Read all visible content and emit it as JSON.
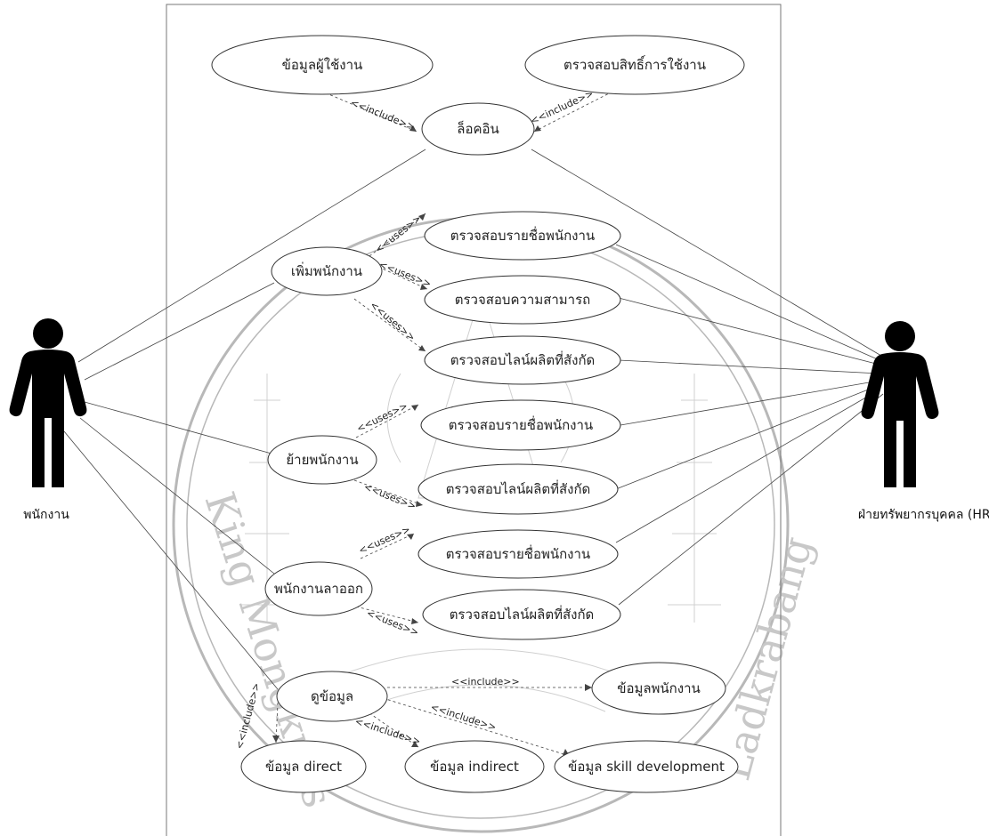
{
  "diagram": {
    "type": "use-case",
    "actors": {
      "employee": "พนักงาน",
      "hr": "ฝ่ายทรัพยากรบุคคล (HR)"
    },
    "use_cases": {
      "user_info": "ข้อมูลผู้ใช้งาน",
      "check_permission": "ตรวจสอบสิทธิ์การใช้งาน",
      "login": "ล็อคอิน",
      "add_employee": "เพิ่มพนักงาน",
      "check_name_list_1": "ตรวจสอบรายชื่อพนักงาน",
      "check_ability": "ตรวจสอบความสามารถ",
      "check_line_1": "ตรวจสอบไลน์ผลิตที่สังกัด",
      "move_employee": "ย้ายพนักงาน",
      "check_name_list_2": "ตรวจสอบรายชื่อพนักงาน",
      "check_line_2": "ตรวจสอบไลน์ผลิตที่สังกัด",
      "employee_resign": "พนักงานลาออก",
      "check_name_list_3": "ตรวจสอบรายชื่อพนักงาน",
      "check_line_3": "ตรวจสอบไลน์ผลิตที่สังกัด",
      "view_info": "ดูข้อมูล",
      "employee_info": "ข้อมูลพนักงาน",
      "direct_info": "ข้อมูล direct",
      "indirect_info": "ข้อมูล indirect",
      "skill_info": "ข้อมูล skill development"
    },
    "stereotypes": {
      "include": "<<include>>",
      "uses": "<<uses>>"
    }
  },
  "watermark": {
    "text_left": "King Mongkut's",
    "text_right": "Ladkrabang"
  }
}
